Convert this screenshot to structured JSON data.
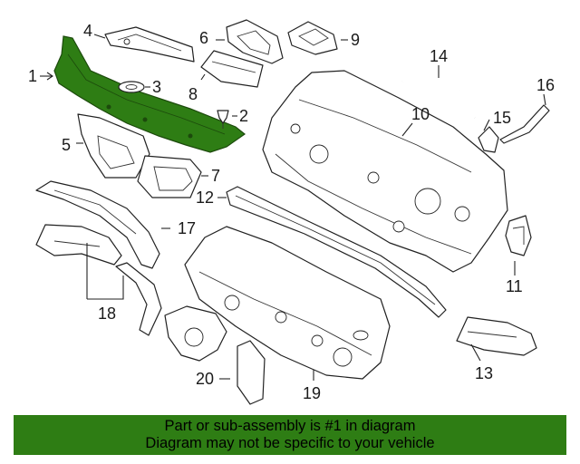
{
  "diagram": {
    "callouts": [
      "1",
      "2",
      "3",
      "4",
      "5",
      "6",
      "7",
      "8",
      "9",
      "10",
      "11",
      "12",
      "13",
      "14",
      "15",
      "16",
      "17",
      "18",
      "19",
      "20"
    ],
    "colors": {
      "highlight_part": "#2e7d14",
      "line": "#222222",
      "banner_bg": "#2e7d14",
      "banner_text": "#000000"
    }
  },
  "banner": {
    "line1": "Part or sub-assembly is #1 in diagram",
    "line2": "Diagram may not be specific to your vehicle"
  }
}
